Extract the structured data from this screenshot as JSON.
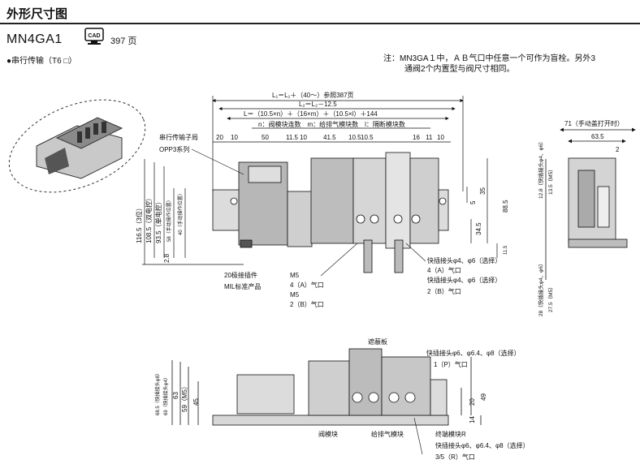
{
  "header": {
    "title": "外形尺寸图"
  },
  "model": {
    "name": "MN4GA1",
    "cad_icon": "CAD",
    "cad_page": "397 页"
  },
  "subtitle": "●串行传输（T6 □）",
  "note": {
    "line1": "注：MN3GA１中，ＡＢ气口中任意一个可作为盲栓。另外3",
    "line2": "通阀2个内置型与阀尺寸相同。"
  },
  "dims_top": {
    "L1": "L₁＝L₁＋（40〜）参照387页",
    "L2": "L₂＝L₂－12.5",
    "L": "L＝（10.5×n）＋（16×m）＋（10.5×l）＋144",
    "legend": "n：阀模块连数　m：给排气模块数　l：隔断模块数",
    "d20": "20",
    "d10a": "10",
    "d50": "50",
    "d11_5": "11.5",
    "d10b": "10",
    "d41_5": "41.5",
    "d10_5a": "10.5",
    "d10_5b": "10.5",
    "d16": "16",
    "d11": "11",
    "d10c": "10"
  },
  "dims_left": {
    "d116_5": "116.5（3位）",
    "d108_5": "108.5（双电控）",
    "d93_5": "93.5（单电控）",
    "d58": "58（手动操作位置）",
    "d40": "40（手动操作位置）",
    "d2_8": "2.8"
  },
  "dims_right": {
    "d35": "35",
    "d88_5": "88.5",
    "d34_5": "34.5",
    "d5": "5",
    "d11_5": "11.5"
  },
  "labels_front": {
    "serial": "串行传输子局",
    "opp3": "OPP3系列",
    "conn20": "20极接插件",
    "mil": "MIL标准产品",
    "m5a": "M5",
    "port4a": "4（A）气口",
    "m5b": "M5",
    "port2b": "2（B）气口",
    "qc1": "快插接头φ4、φ6（选择）",
    "port4a2": "4（A）气口",
    "qc2": "快插接头φ4、φ6（选择）",
    "port2b2": "2（B）气口"
  },
  "side": {
    "d71": "71（手动盖打开时）",
    "d63_5": "63.5",
    "d2": "2",
    "d12_8": "12.8（快插接头φ4、φ6）",
    "d13_5": "13.5（M5）",
    "d28": "28（快插接头φ4、φ6）",
    "d27_5": "27.5（M5）"
  },
  "bottom": {
    "cover": "遮蔽板",
    "qc_top": "快插接头φ6、φ6.4、φ8（选择）",
    "p1": "1（P）气口",
    "d68_5": "68.5（快插接头φ8）",
    "d69": "69（快插接头φ4）",
    "d63": "63",
    "d59": "59（M5）",
    "d45": "45",
    "d20": "20",
    "d49": "49",
    "d14": "14",
    "valve": "阀模块",
    "supply": "给排气模块",
    "endR": "终端模块R",
    "qc_bot": "快插接头φ6、φ6.4、φ8（选择）",
    "p35": "3/5（R）气口"
  }
}
